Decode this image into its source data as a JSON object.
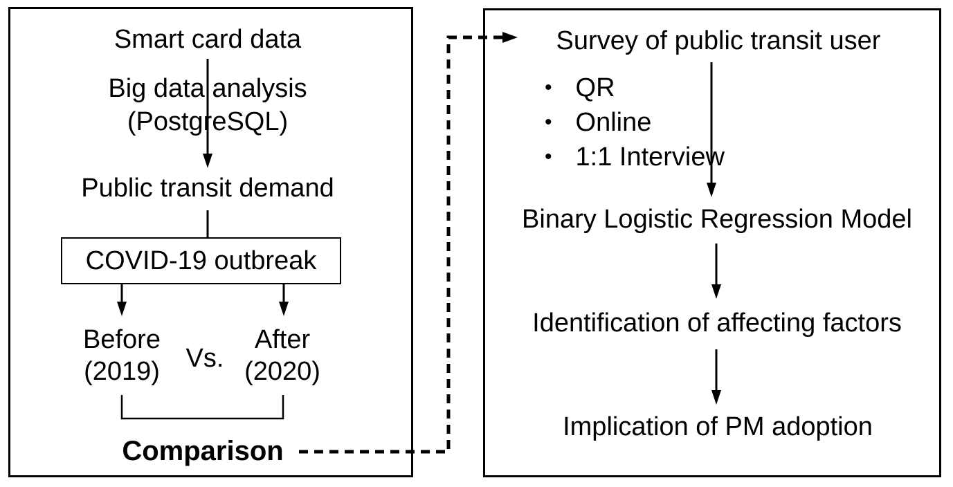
{
  "left_panel": {
    "smart_card_data": "Smart card data",
    "big_data_analysis_line1": "Big data analysis",
    "big_data_analysis_line2": "(PostgreSQL)",
    "public_transit_demand": "Public transit demand",
    "covid_box_label": "COVID-19 outbreak",
    "before_line1": "Before",
    "before_line2": "(2019)",
    "vs_label": "Vs.",
    "after_line1": "After",
    "after_line2": "(2020)",
    "comparison_label": "Comparison"
  },
  "right_panel": {
    "survey_title": "Survey of public transit user",
    "bullets": [
      {
        "label": "QR"
      },
      {
        "label": "Online"
      },
      {
        "label": "1:1 Interview"
      }
    ],
    "bullet_glyph": "•",
    "binary_model": "Binary Logistic Regression Model",
    "identification": "Identification of affecting factors",
    "implication": "Implication of PM adoption"
  },
  "colors": {
    "line": "#000000",
    "text": "#000000",
    "background": "#ffffff"
  }
}
